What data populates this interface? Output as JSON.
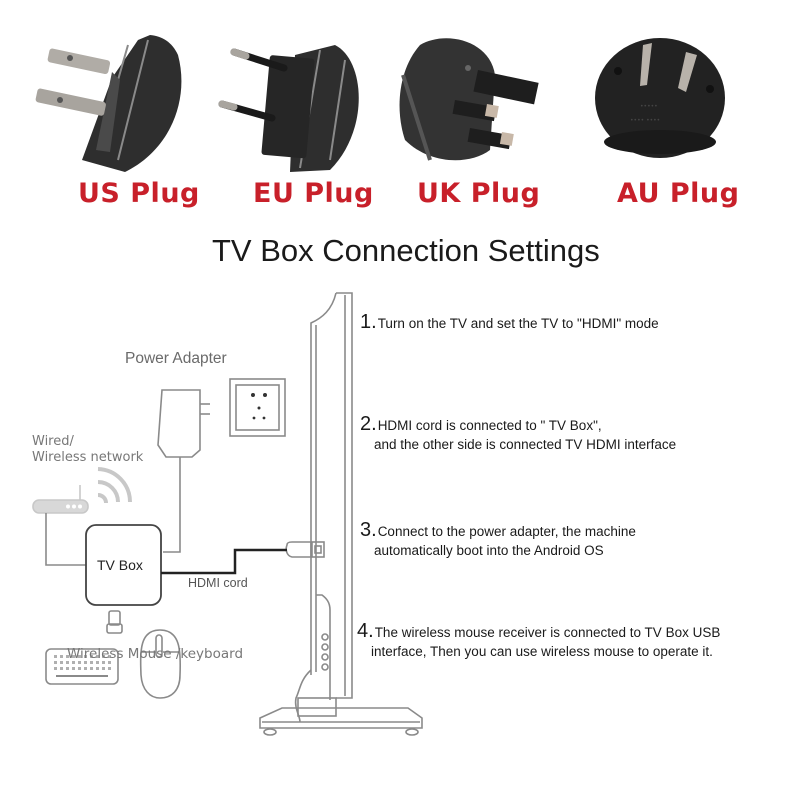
{
  "plugs": [
    {
      "label": "US Plug",
      "icon": "us-plug-icon"
    },
    {
      "label": "EU Plug",
      "icon": "eu-plug-icon"
    },
    {
      "label": "UK Plug",
      "icon": "uk-plug-icon"
    },
    {
      "label": "AU Plug",
      "icon": "au-plug-icon"
    }
  ],
  "title": "TV Box Connection Settings",
  "diagram": {
    "power_adapter": "Power Adapter",
    "network_line1": "Wired/",
    "network_line2": "Wireless network",
    "tv_box": "TV Box",
    "hdmi_cord": "HDMI cord",
    "wireless_mouse_keyboard": "Wireless Mouse /keyboard"
  },
  "steps": [
    {
      "num": "1.",
      "line1": "Turn on the TV and set the TV to \"HDMI\" mode",
      "line2": ""
    },
    {
      "num": "2.",
      "line1": "HDMI cord is connected to \" TV Box\",",
      "line2": "and the other side is connected TV HDMI interface"
    },
    {
      "num": "3.",
      "line1": "Connect to the power adapter, the machine",
      "line2": "automatically boot into the Android OS"
    },
    {
      "num": "4.",
      "line1": "The wireless mouse receiver is connected to TV  Box USB",
      "line2": "interface, Then you can use wireless mouse to operate it."
    }
  ],
  "colors": {
    "plug_label": "#c8202a",
    "plug_body": "#2a2a2a",
    "line_art": "#8a8a8a",
    "text": "#1a1a1a"
  }
}
